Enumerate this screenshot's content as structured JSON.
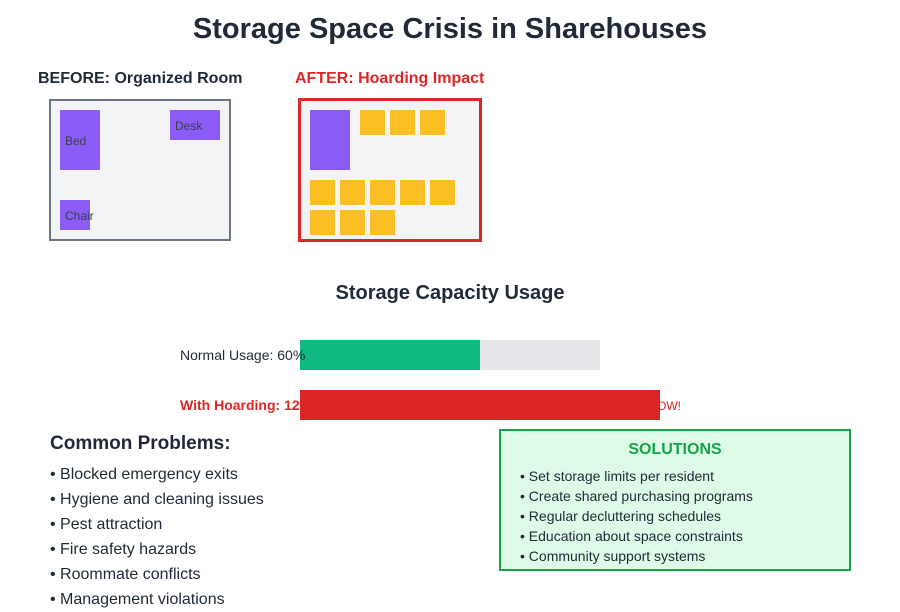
{
  "title": "Storage Space Crisis in Sharehouses",
  "before": {
    "label": "BEFORE: Organized Room",
    "furniture": {
      "bed": "Bed",
      "desk": "Desk",
      "chair": "Chair"
    }
  },
  "after": {
    "label": "AFTER: Hoarding Impact"
  },
  "capacity": {
    "title": "Storage Capacity Usage",
    "normal_label": "Normal Usage: 60%",
    "normal_value": 60,
    "hoarding_label": "With Hoarding: 12",
    "hoarding_value": 120,
    "overflow_text": "OW!"
  },
  "problems": {
    "title": "Common Problems:",
    "items": [
      "• Blocked emergency exits",
      "• Hygiene and cleaning issues",
      "• Pest attraction",
      "• Fire safety hazards",
      "• Roommate conflicts",
      "• Management violations"
    ]
  },
  "solutions": {
    "title": "SOLUTIONS",
    "items": [
      "• Set storage limits per resident",
      "• Create shared purchasing programs",
      "• Regular decluttering schedules",
      "• Education about space constraints",
      "• Community support systems"
    ]
  },
  "colors": {
    "furniture": "#8b5cf6",
    "storage_box": "#fbbf24",
    "alert": "#dc2626",
    "normal_bar": "#10b981",
    "solutions_accent": "#16a34a"
  }
}
